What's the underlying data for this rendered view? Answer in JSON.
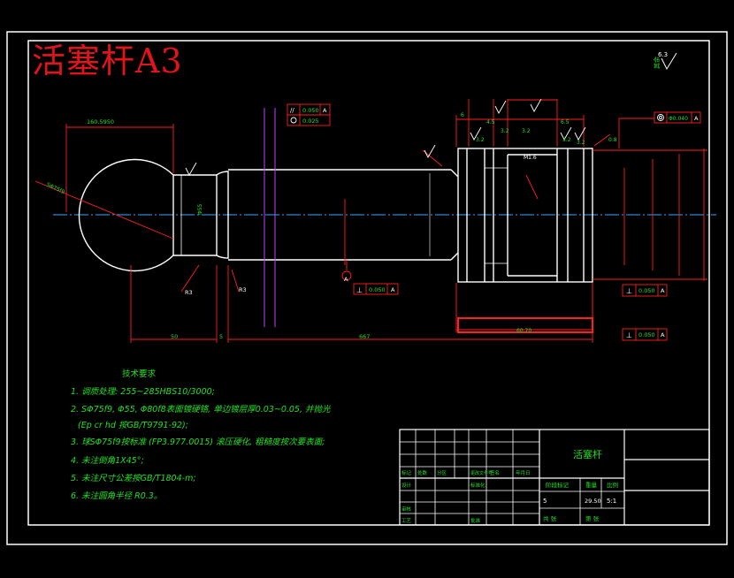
{
  "watermark": "活塞杆A3",
  "roughness_general": "6.3",
  "tolerance_frames": {
    "parallelism": {
      "value": "0.050",
      "datum": "A"
    },
    "roundness": {
      "value": "0.025"
    },
    "coaxiality": {
      "value": "Φ0.040",
      "datum": "A"
    },
    "perp_left": {
      "value": "0.050",
      "datum": "A"
    },
    "perp_right_top": {
      "value": "0.050",
      "datum": "A"
    },
    "perp_right_bot": {
      "value": "0.050",
      "datum": "A"
    }
  },
  "datum_label": "A",
  "dims": {
    "ball_top": "160.5950",
    "overall_left": "50",
    "small": "5",
    "overall_long": "667",
    "r3a": "R3",
    "r3b": "R3",
    "slot_len": "60.70",
    "roughness_a": "3.2",
    "roughness_b": "3.2",
    "roughness_c": "3.2",
    "roughness_d": "3.2",
    "roughness_e": "0.8",
    "roughness_f": "3.2",
    "tl_6": "6",
    "tl_45": "4.5",
    "tl_65": "6.5",
    "groove": "M1.6",
    "sphere": "SΦ75f9",
    "shank": "Φ55"
  },
  "notes": {
    "title": "技术要求",
    "lines": [
      "1. 调质处理: 255~285HBS10/3000;",
      "2. SΦ75f9, Φ55, Φ80f8表面镀硬铬, 单边镀层厚0.03~0.05, 并抛光",
      "(Ep cr hd 按GB/T9791-92);",
      "3. 球SΦ75f9按标准 (FP3.977.0015) 滚压硬化, 粗糙度按次要表面;",
      "4. 未注倒角1X45°;",
      "5. 未注尺寸公差按GB/T1804-m;",
      "6. 未注圆角半径 R0.3。"
    ]
  },
  "title_block": {
    "part_name": "活塞杆",
    "stage_label": "阶段标记",
    "weight_label": "重量",
    "scale_label": "比例",
    "weight_value": "29.50",
    "scale_value": "5:1",
    "sheet_count": "共 张",
    "sheet_no": "第 张",
    "qty": "5",
    "rows": [
      "标记",
      "处数",
      "分区",
      "更改文件号",
      "签名",
      "年月日"
    ],
    "row2": [
      "设计",
      "",
      "标准化"
    ],
    "row3": [
      "审核",
      ""
    ],
    "row4": [
      "工艺",
      "",
      "批准"
    ]
  }
}
